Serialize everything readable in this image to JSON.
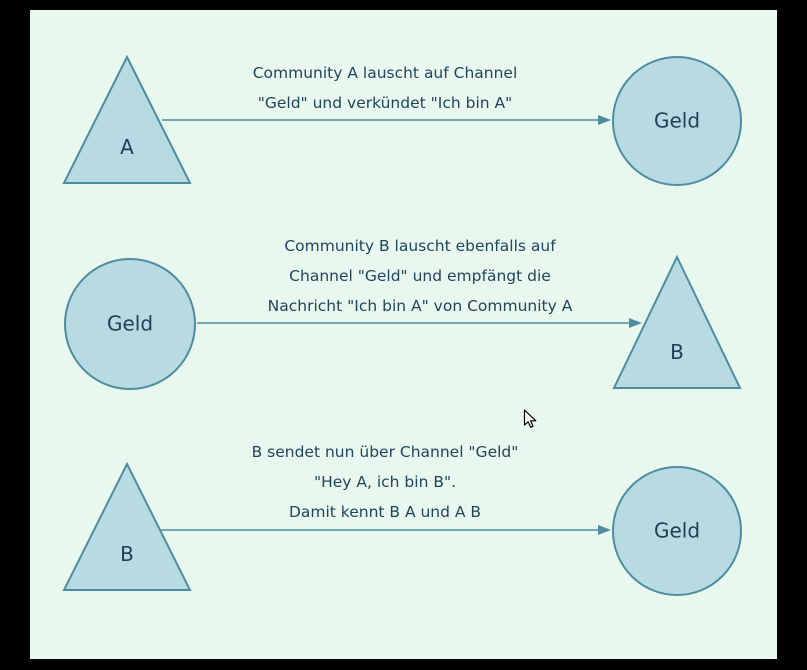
{
  "canvas": {
    "background": "#000000",
    "panel_background": "#e9f8ee",
    "shape_fill": "#b8dbe3",
    "shape_stroke": "#4e8ca0",
    "text_color": "#21455b"
  },
  "rows": [
    {
      "left": {
        "type": "triangle",
        "label": "A"
      },
      "right": {
        "type": "circle",
        "label": "Geld"
      },
      "caption": [
        "Community A lauscht auf Channel",
        "\"Geld\" und verkündet \"Ich bin A\""
      ]
    },
    {
      "left": {
        "type": "circle",
        "label": "Geld"
      },
      "right": {
        "type": "triangle",
        "label": "B"
      },
      "caption": [
        "Community B lauscht ebenfalls auf",
        "Channel \"Geld\" und empfängt die",
        "Nachricht \"Ich bin A\" von Community A"
      ]
    },
    {
      "left": {
        "type": "triangle",
        "label": "B"
      },
      "right": {
        "type": "circle",
        "label": "Geld"
      },
      "caption": [
        "B sendet nun über Channel \"Geld\"",
        "\"Hey A, ich bin B\".",
        "Damit kennt B A und A B"
      ]
    }
  ]
}
